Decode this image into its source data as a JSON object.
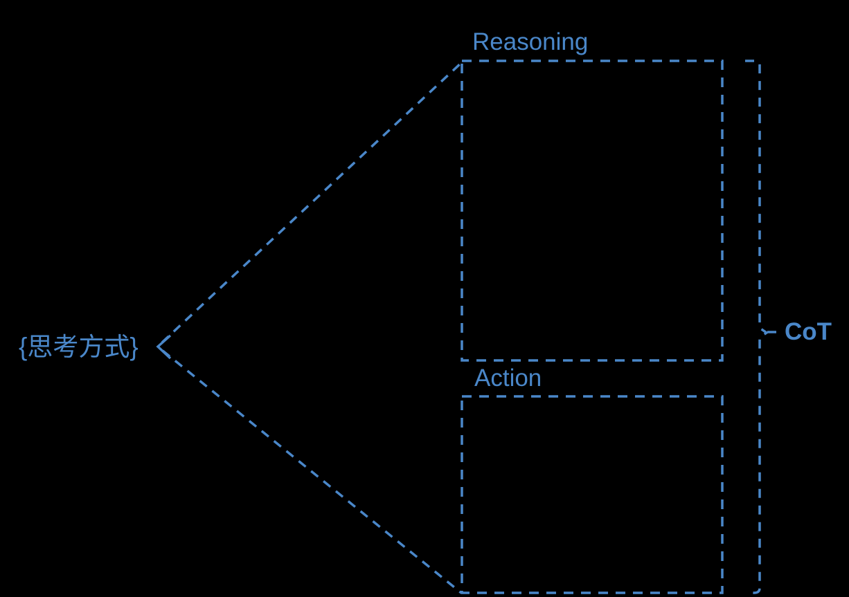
{
  "diagram": {
    "background": "#000000",
    "accent_color": "#4a87c9",
    "source_node": {
      "label": "{思考方式}"
    },
    "reasoning_box": {
      "label": "Reasoning"
    },
    "action_box": {
      "label": "Action"
    },
    "cot_bracket": {
      "label": "CoT"
    }
  }
}
